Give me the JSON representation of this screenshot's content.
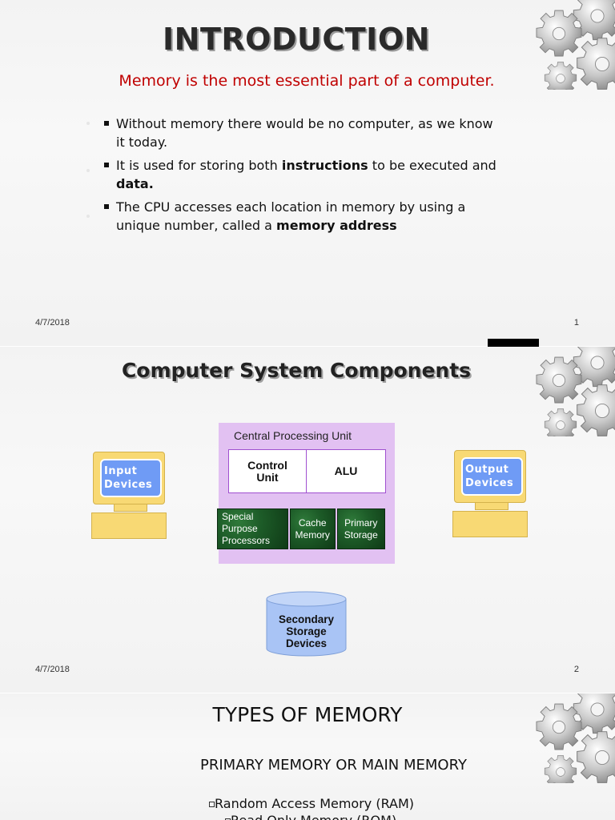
{
  "slide1": {
    "title": "INTRODUCTION",
    "subtitle": "Memory is the most essential part of a computer.",
    "bullets": {
      "b1": "Without memory there would be no computer, as  we know it today.",
      "b2_pre": "It is used for storing both ",
      "b2_bold1": "instructions",
      "b2_mid": " to be executed and ",
      "b2_bold2": "data.",
      "b3_pre": "The CPU accesses each location in memory by  using a unique number, called a ",
      "b3_bold": "memory address"
    },
    "date": "4/7/2018",
    "number": "1"
  },
  "slide2": {
    "title": "Computer System Components",
    "cpu_label": "Central Processing Unit",
    "control_unit_line1": "Control",
    "control_unit_line2": "Unit",
    "alu": "ALU",
    "special_l1": "Special",
    "special_l2": "Purpose",
    "special_l3": "Processors",
    "cache_l1": "Cache",
    "cache_l2": "Memory",
    "primary_l1": "Primary",
    "primary_l2": "Storage",
    "input_l1": "Input",
    "input_l2": "Devices",
    "output_l1": "Output",
    "output_l2": "Devices",
    "secondary_l1": "Secondary",
    "secondary_l2": "Storage",
    "secondary_l3": "Devices",
    "date": "4/7/2018",
    "number": "2"
  },
  "slide3": {
    "title": "TYPES OF MEMORY",
    "subtitle": "PRIMARY MEMORY OR MAIN MEMORY",
    "item_ram": "Random Access Memory (RAM)",
    "item_rom": "Read Only Memory (ROM)"
  },
  "colors": {
    "subtitle_red": "#c00000",
    "cpu_purple": "#e2c1f2",
    "device_yellow": "#f8d974",
    "screen_blue": "#6f9bf5",
    "cylinder_blue": "#a9c4f5"
  }
}
